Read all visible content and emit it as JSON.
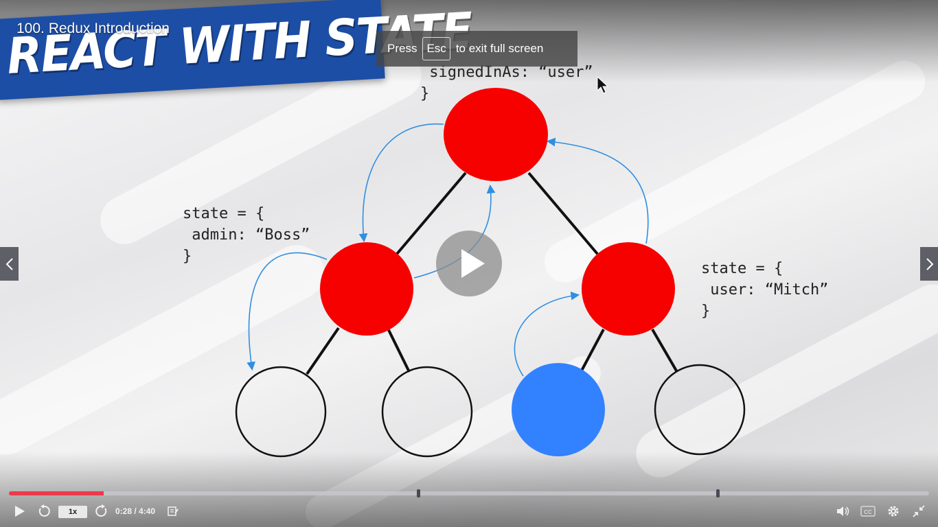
{
  "player": {
    "lecture_title": "100. Redux Introduction",
    "fullscreen_hint": {
      "press": "Press",
      "key": "Esc",
      "rest": "to exit full screen"
    },
    "speed": "1x",
    "time": "0:28 / 4:40",
    "progress_fraction": 0.103,
    "chapter_marker_fractions": [
      0.445,
      0.77
    ],
    "colors": {
      "progress": "#ec3a4c",
      "banner": "#1d4ea6",
      "state_node": "#f60000",
      "active_node": "#3282ff"
    },
    "icons": [
      "play-icon",
      "rewind-icon",
      "forward-icon",
      "notes-icon",
      "volume-icon",
      "captions-icon",
      "settings-icon",
      "exit-fullscreen-icon",
      "chevron-left-icon",
      "chevron-right-icon"
    ]
  },
  "slide": {
    "banner": "REACT WITH STATE",
    "top_code": {
      "line1": " signedInAs: “user”",
      "line2": "}"
    },
    "left_code": {
      "line1": "state = {",
      "line2": " admin: “Boss”",
      "line3": "}"
    },
    "right_code": {
      "line1": "state = {",
      "line2": " user: “Mitch”",
      "line3": "}"
    }
  }
}
